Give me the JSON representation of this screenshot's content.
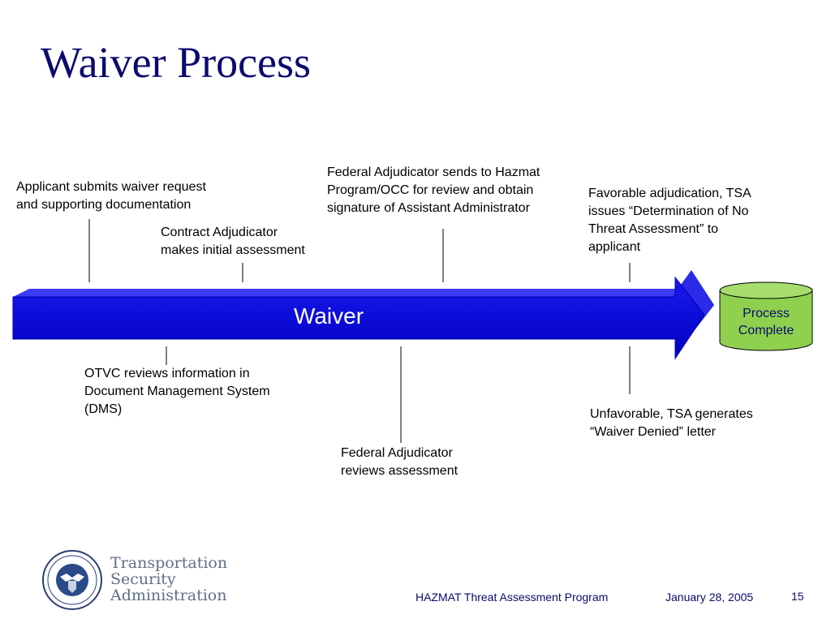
{
  "slide": {
    "title": "Waiver Process",
    "arrow_label": "Waiver",
    "end_state": [
      "Process",
      "Complete"
    ],
    "steps_above": [
      {
        "lines": [
          "Applicant submits waiver request",
          "and supporting documentation"
        ]
      },
      {
        "lines": [
          "Contract Adjudicator",
          "makes initial assessment"
        ]
      },
      {
        "lines": [
          "Federal Adjudicator sends to Hazmat",
          "Program/OCC for review and obtain",
          "signature of Assistant Administrator"
        ]
      },
      {
        "lines": [
          "Favorable adjudication, TSA",
          "issues “Determination of No",
          "Threat Assessment” to",
          "applicant"
        ]
      }
    ],
    "steps_below": [
      {
        "lines": [
          "OTVC reviews information in",
          "Document Management System",
          "(DMS)"
        ]
      },
      {
        "lines": [
          "Federal Adjudicator",
          "reviews assessment"
        ]
      },
      {
        "lines": [
          "Unfavorable, TSA generates",
          "“Waiver Denied” letter"
        ]
      }
    ]
  },
  "footer": {
    "program": "HAZMAT Threat Assessment Program",
    "date": "January 28, 2005",
    "page_number": "15",
    "agency_lines": [
      "Transportation",
      "Security",
      "Administration"
    ]
  },
  "colors": {
    "title": "#0a0a6e",
    "arrow": "#0000cc",
    "arrow_top": "#2222ee",
    "cylinder": "#8fd14f",
    "footer_text": "#0a0a6e"
  }
}
